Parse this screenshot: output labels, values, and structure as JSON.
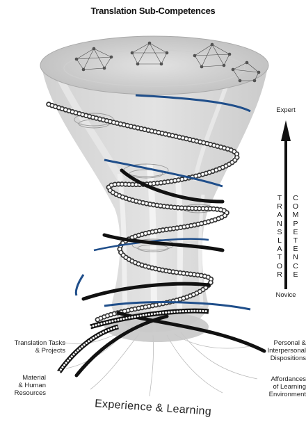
{
  "diagram": {
    "title": "Translation Sub-Competences",
    "scale_top": "Expert",
    "scale_bottom": "Novice",
    "vertical_left": "TRANSLATOR",
    "vertical_right": "COMPETENCE",
    "left_labels": {
      "tasks": [
        "Translation Tasks",
        "& Projects"
      ],
      "material": [
        "Material",
        "& Human",
        "Resources"
      ]
    },
    "right_labels": {
      "personal": [
        "Personal &",
        "Interpersonal",
        "Dispositions"
      ],
      "affordances": [
        "Affordances",
        "of Learning",
        "Environment"
      ]
    },
    "bottom_caption": "Experience & Learning"
  },
  "colors": {
    "funnel": "#d0d0d0",
    "funnel_dark": "#b9b9b9",
    "blue_strand": "#1f4e8a",
    "black_strand": "#111111",
    "beaded_strand": "#333333",
    "text": "#222222"
  }
}
